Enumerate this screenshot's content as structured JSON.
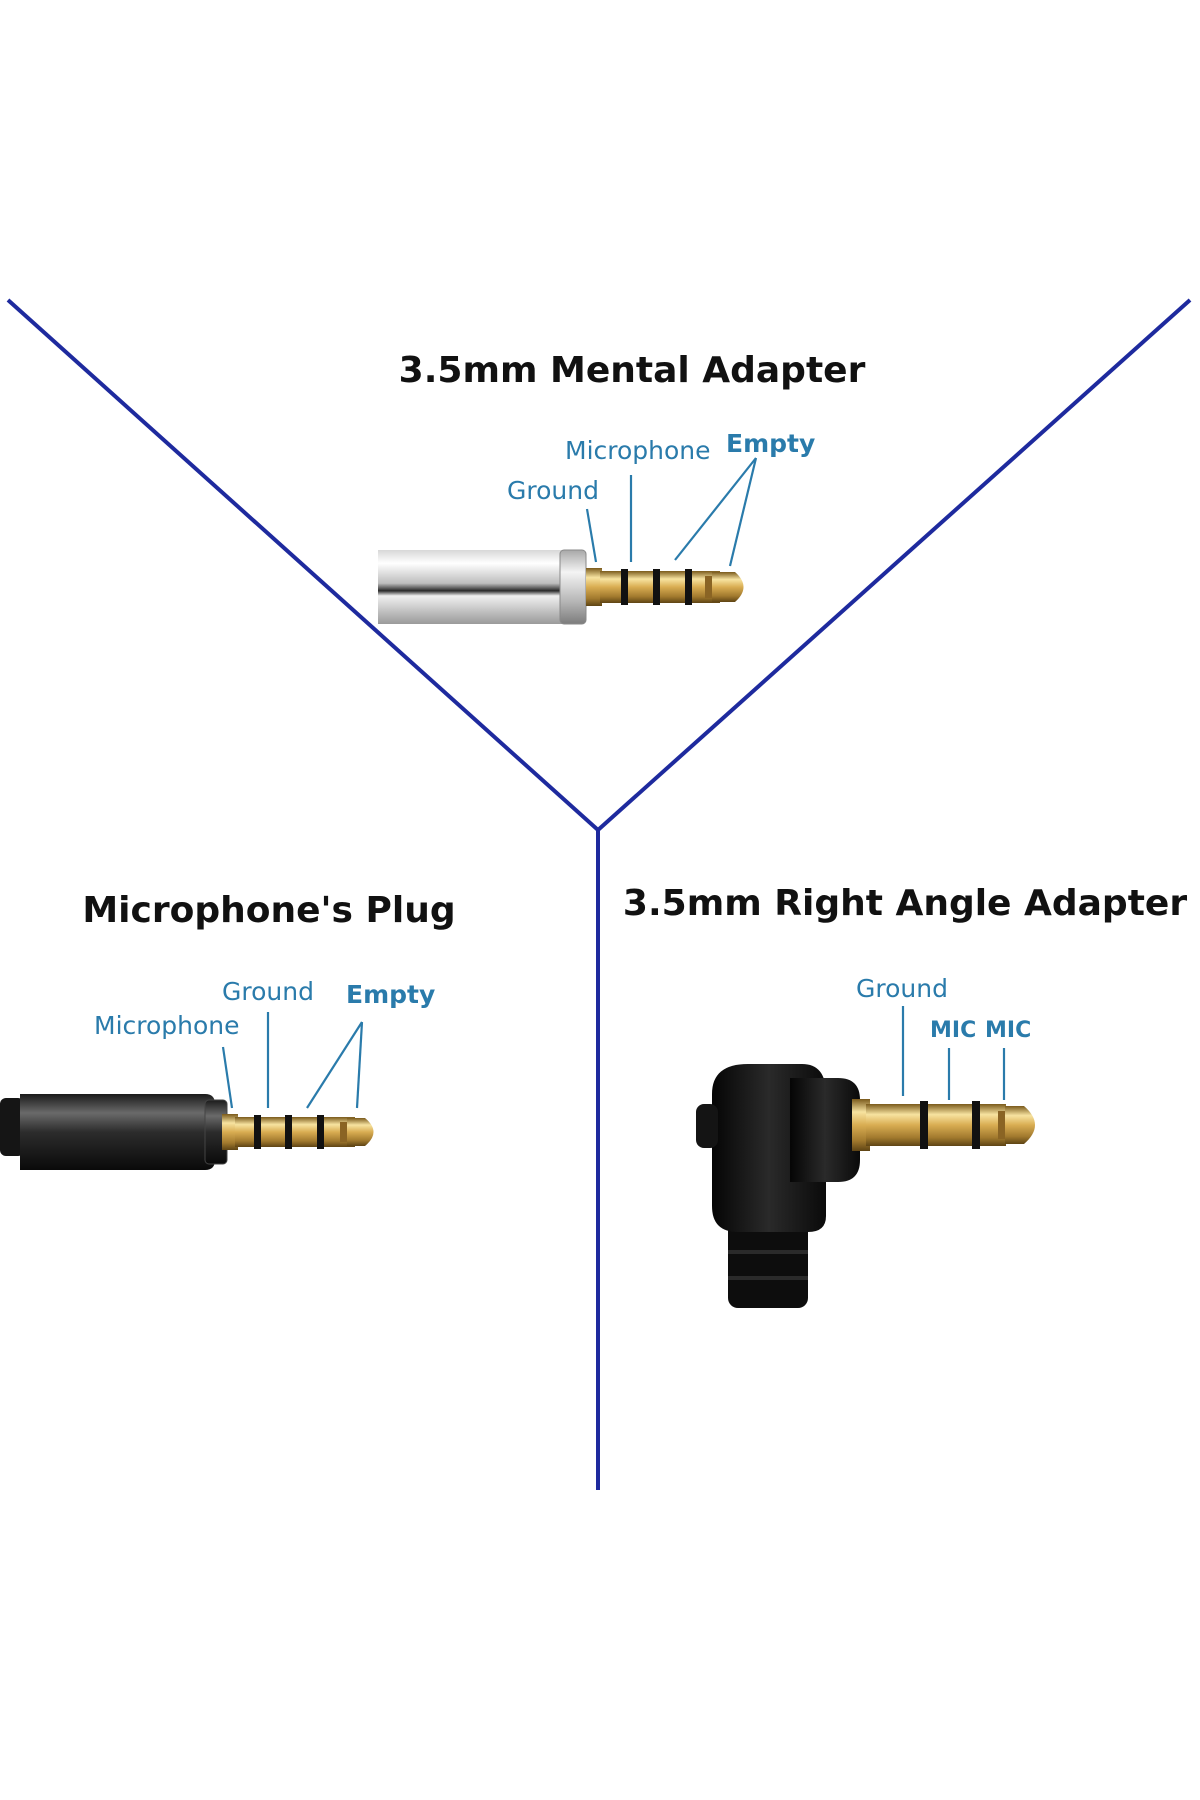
{
  "colors": {
    "divider": "#1e2a9e",
    "label": "#2a7bab",
    "title": "#111111",
    "gold": "#d4a94a",
    "insulator": "#111111"
  },
  "panels": {
    "top": {
      "title": "3.5mm Mental Adapter",
      "labels": {
        "ground": "Ground",
        "microphone": "Microphone",
        "empty": "Empty"
      },
      "plug": "silver-4-pole-plug"
    },
    "left": {
      "title": "Microphone's Plug",
      "labels": {
        "ground": "Ground",
        "microphone": "Microphone",
        "empty": "Empty"
      },
      "plug": "black-4-pole-plug"
    },
    "right": {
      "title": "3.5mm Right Angle Adapter",
      "labels": {
        "ground": "Ground",
        "mic1": "MIC",
        "mic2": "MIC"
      },
      "plug": "right-angle-3-pole-plug"
    }
  }
}
